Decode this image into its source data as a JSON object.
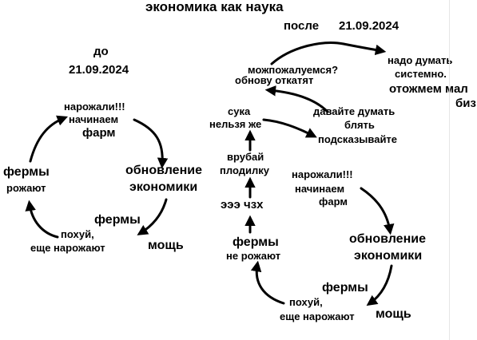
{
  "title": "экономика как наука",
  "before": {
    "label_top": "до",
    "label_date": "21.09.2024",
    "cycle": {
      "node1_line1": "нарожали!!!",
      "node1_line2": "начинаем",
      "node1_line3": "фарм",
      "node2_line1": "обновление",
      "node2_line2": "экономики",
      "node3_line1": "фермы",
      "node3_line2": "похуй,",
      "node3_line3": "еще нарожают",
      "node3_line4": "мощь",
      "node4_line1": "фермы",
      "node4_line2": "рожают"
    }
  },
  "after": {
    "label": "после",
    "label_date": "21.09.2024",
    "cycle": {
      "node1_line1": "нарожали!!!",
      "node1_line2": "начинаем",
      "node1_line3": "фарм",
      "node2_line1": "обновление",
      "node2_line2": "экономики",
      "node3_line1": "фермы",
      "node3_line2": "похуй,",
      "node3_line3": "еще нарожают",
      "node3_line4": "мощь",
      "node4_line1": "фермы",
      "node4_line2": "не рожают"
    },
    "chain": {
      "eee": "эээ чзх",
      "vrubay_line1": "врубай",
      "vrubay_line2": "плодилку",
      "suka_line1": "сука",
      "suka_line2": "нельзя же",
      "davayte_line1": "давайте думать",
      "davayte_line2": "блять",
      "davayte_line3": "подсказывайте",
      "mozh_line1": "можпожалуемся?",
      "mozh_line2": "обнову откатят",
      "nado_line1": "надо думать",
      "nado_line2": "системно.",
      "otozhmem_line1": "отожмем мал",
      "otozhmem_line2": "биз"
    }
  },
  "colors": {
    "ink": "#000000",
    "background": "#ffffff"
  }
}
